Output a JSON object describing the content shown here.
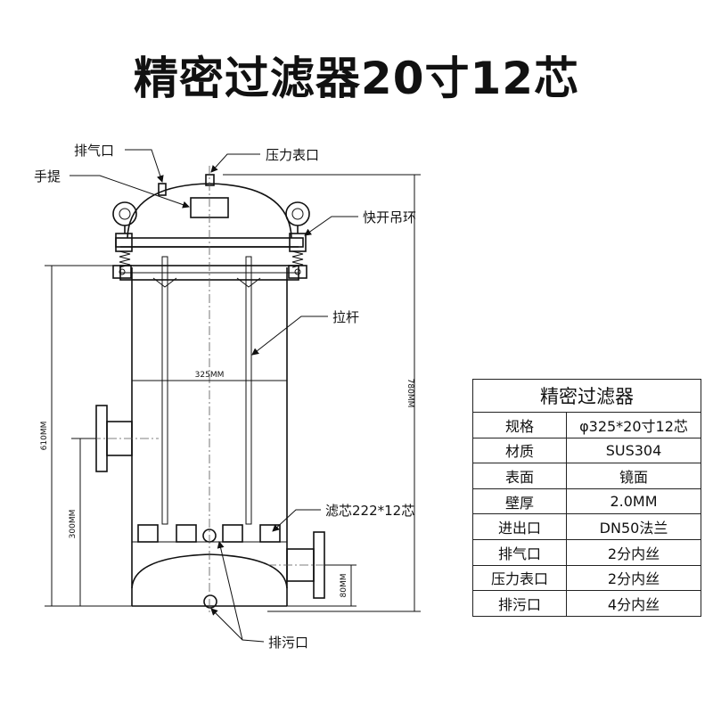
{
  "title": "精密过滤器20寸12芯",
  "labels": {
    "vent_port": "排气口",
    "pressure_gauge_port": "压力表口",
    "handle": "手提",
    "quick_open_lifting_ring": "快开吊环",
    "tie_rod": "拉杆",
    "filter_element": "滤芯222*12芯",
    "drain_port": "排污口"
  },
  "dimensions": {
    "inner_width": "325MM",
    "total_height": "780MM",
    "inlet_height": "610MM",
    "lower_height": "300MM",
    "outlet_height": "80MM"
  },
  "spec_table": {
    "header": "精密过滤器",
    "rows": [
      {
        "key": "规格",
        "value": "φ325*20寸12芯"
      },
      {
        "key": "材质",
        "value": "SUS304"
      },
      {
        "key": "表面",
        "value": "镜面"
      },
      {
        "key": "壁厚",
        "value": "2.0MM"
      },
      {
        "key": "进出口",
        "value": "DN50法兰"
      },
      {
        "key": "排气口",
        "value": "2分内丝"
      },
      {
        "key": "压力表口",
        "value": "2分内丝"
      },
      {
        "key": "排污口",
        "value": "4分内丝"
      }
    ]
  }
}
